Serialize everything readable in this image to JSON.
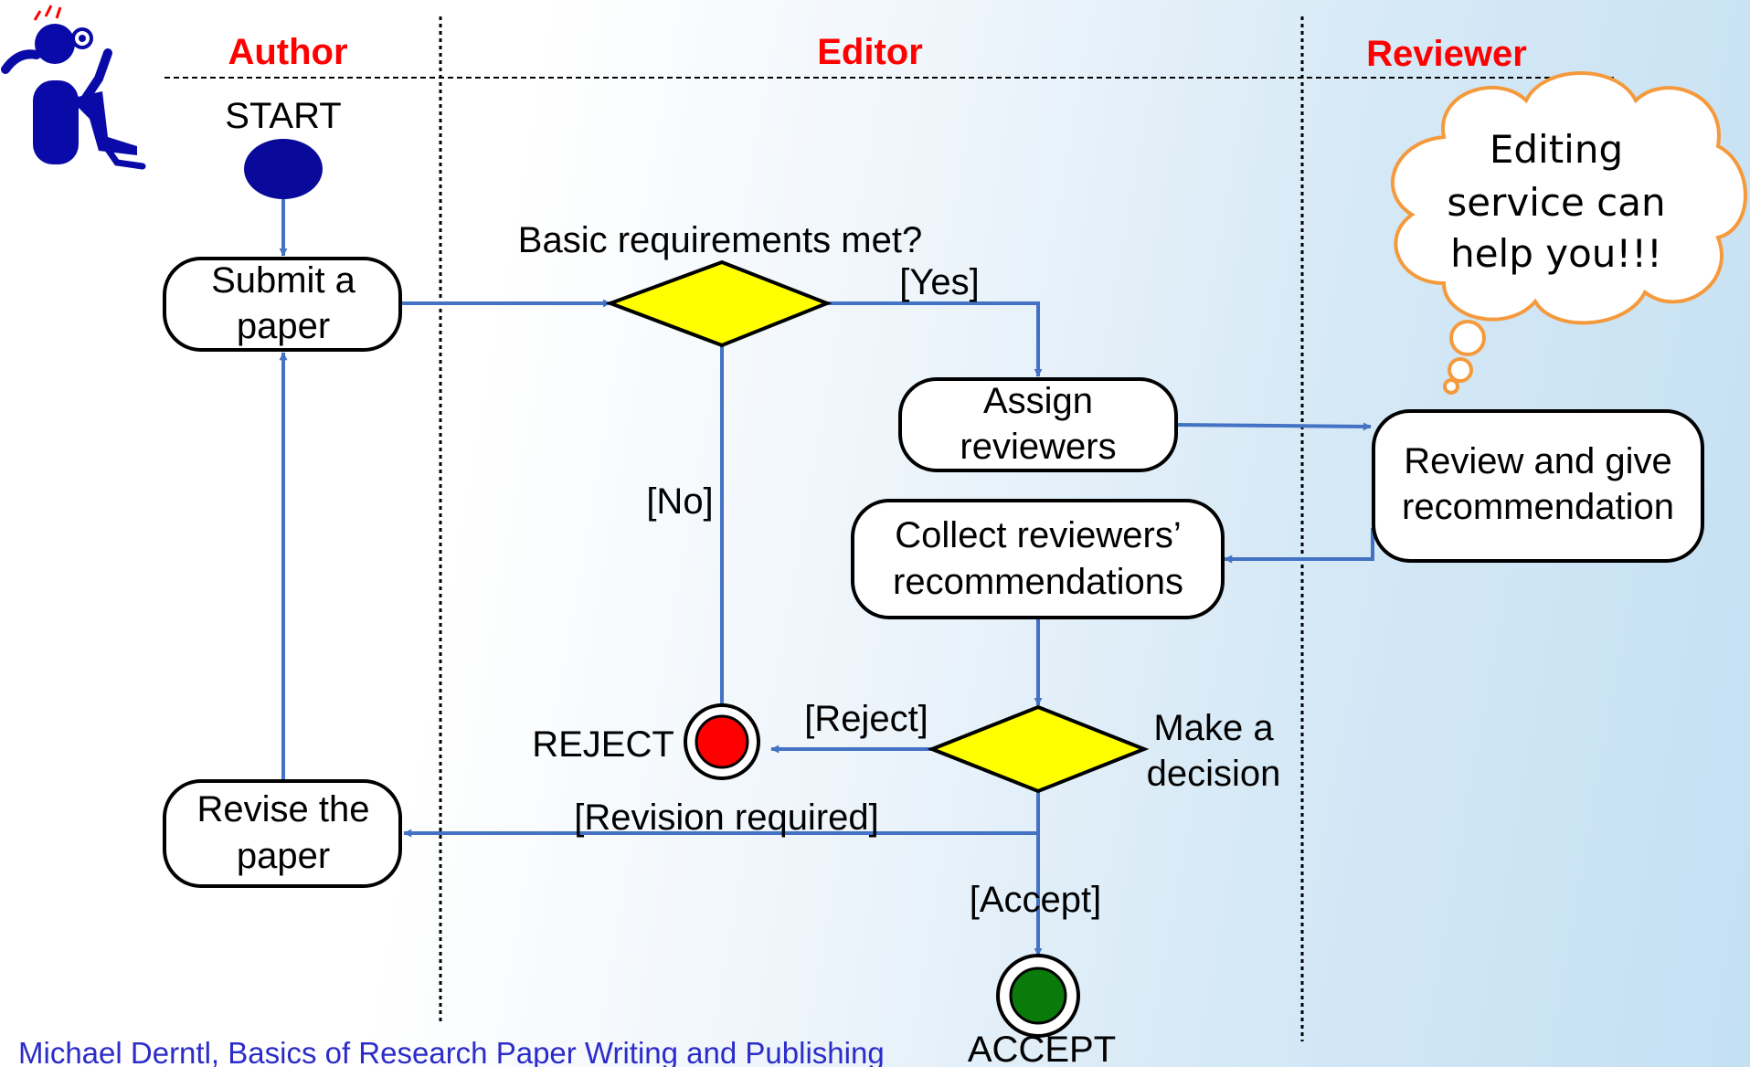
{
  "lanes": {
    "author": "Author",
    "editor": "Editor",
    "reviewer": "Reviewer"
  },
  "start_label": "START",
  "nodes": {
    "submit": [
      "Submit a",
      "paper"
    ],
    "assign": [
      "Assign",
      "reviewers"
    ],
    "review": [
      "Review and give",
      "recommendation"
    ],
    "collect": [
      "Collect reviewers’",
      "recommendations"
    ],
    "revise": [
      "Revise the",
      "paper"
    ]
  },
  "decisions": {
    "basic": "Basic requirements met?",
    "make": [
      "Make a",
      "decision"
    ]
  },
  "edge_labels": {
    "yes": "[Yes]",
    "no": "[No]",
    "reject": "[Reject]",
    "revision": "[Revision required]",
    "accept": "[Accept]"
  },
  "end_labels": {
    "reject": "REJECT",
    "accept": "ACCEPT"
  },
  "cloud": [
    "Editing",
    "service can",
    "help you!!!"
  ],
  "footer": "Michael Derntl, Basics of Research Paper Writing and Publishing",
  "colors": {
    "lane_title": "#ff0000",
    "edge": "#4472c4",
    "start": "#0a0a9a",
    "decision": "#ffff00",
    "reject": "#ff0000",
    "accept": "#0a7a0a",
    "cloud": "#f59a3c",
    "footer": "#2c2cc8"
  }
}
